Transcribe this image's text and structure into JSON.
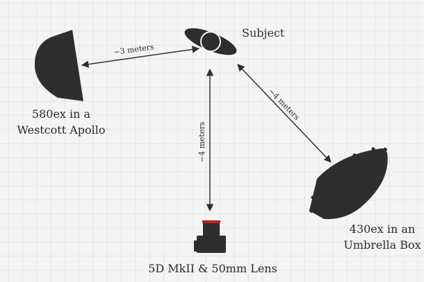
{
  "labels": {
    "subject": "Subject",
    "key_light_line1": "580ex in a",
    "key_light_line2": "Westcott Apollo",
    "fill_light_line1": "430ex in an",
    "fill_light_line2": "Umbrella Box",
    "camera": "5D MkII & 50mm Lens"
  },
  "distances": {
    "subject_to_key": "~3 meters",
    "subject_to_camera": "~4 meters",
    "subject_to_fill": "~4 meters"
  },
  "colors": {
    "background": "#f4f4f4",
    "grid": "#d9d9d9",
    "shape": "#2e2e2e",
    "camera_ring": "#c81e1e"
  },
  "icons": {
    "key_light": "softbox-icon",
    "subject": "subject-top-view-icon",
    "camera": "camera-icon",
    "fill_light": "umbrella-box-icon"
  }
}
